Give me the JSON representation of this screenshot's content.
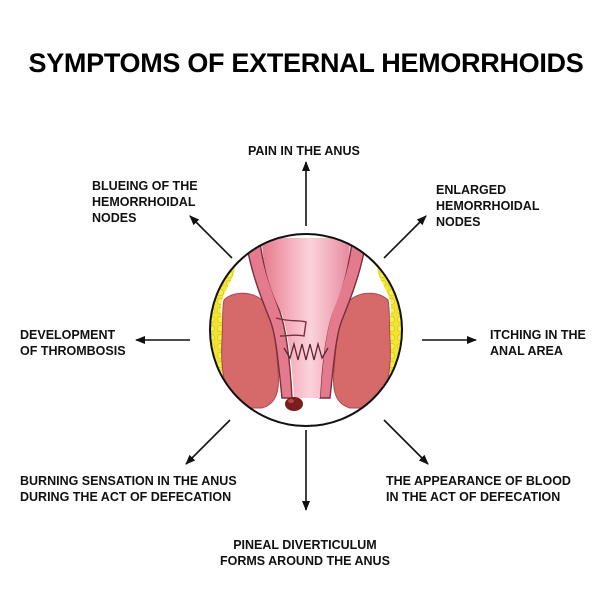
{
  "title": "SYMPTOMS OF EXTERNAL HEMORRHOIDS",
  "symptoms": {
    "pain": "PAIN IN THE ANUS",
    "blueing": "BLUEING OF THE\nHEMORRHOIDAL\nNODES",
    "enlarged": "ENLARGED\nHEMORRHOIDAL\nNODES",
    "thrombosis": "DEVELOPMENT\nOF THROMBOSIS",
    "itching": "ITCHING IN THE\nANAL AREA",
    "burning": "BURNING SENSATION IN THE ANUS\nDURING THE ACT OF DEFECATION",
    "blood": "THE APPEARANCE OF BLOOD\nIN THE ACT OF DEFECATION",
    "pineal": "PINEAL DIVERTICULUM\nFORMS AROUND THE ANUS"
  },
  "colors": {
    "fat": "#f2e530",
    "fat_dot": "#e1cf1c",
    "muscle": "#d66a6a",
    "muscle_dark": "#b64e52",
    "mucosa": "#f3a6b2",
    "mucosa_light": "#f9c6d0",
    "mucosa_dark": "#e47a8e",
    "wall_line": "#7a2e3a",
    "node": "#7a1d1d",
    "stroke": "#111111"
  }
}
